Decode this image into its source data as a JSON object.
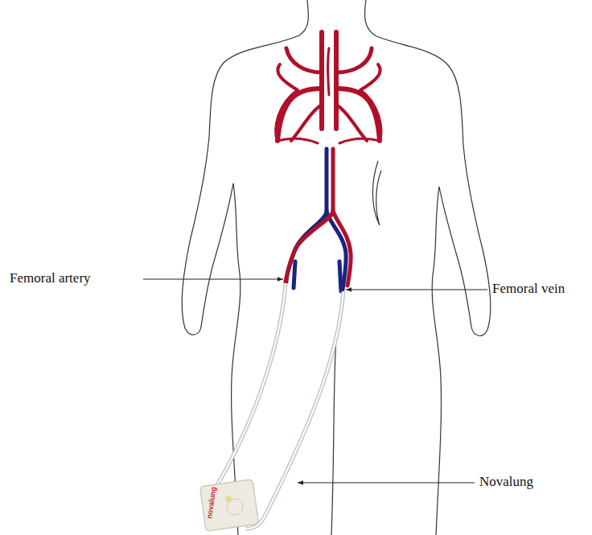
{
  "diagram": {
    "nodes": [
      {
        "text": [
          "novalung"
        ]
      }
    ],
    "labels": [
      "Femoral artery",
      "Femoral vein",
      "Novalung"
    ]
  }
}
